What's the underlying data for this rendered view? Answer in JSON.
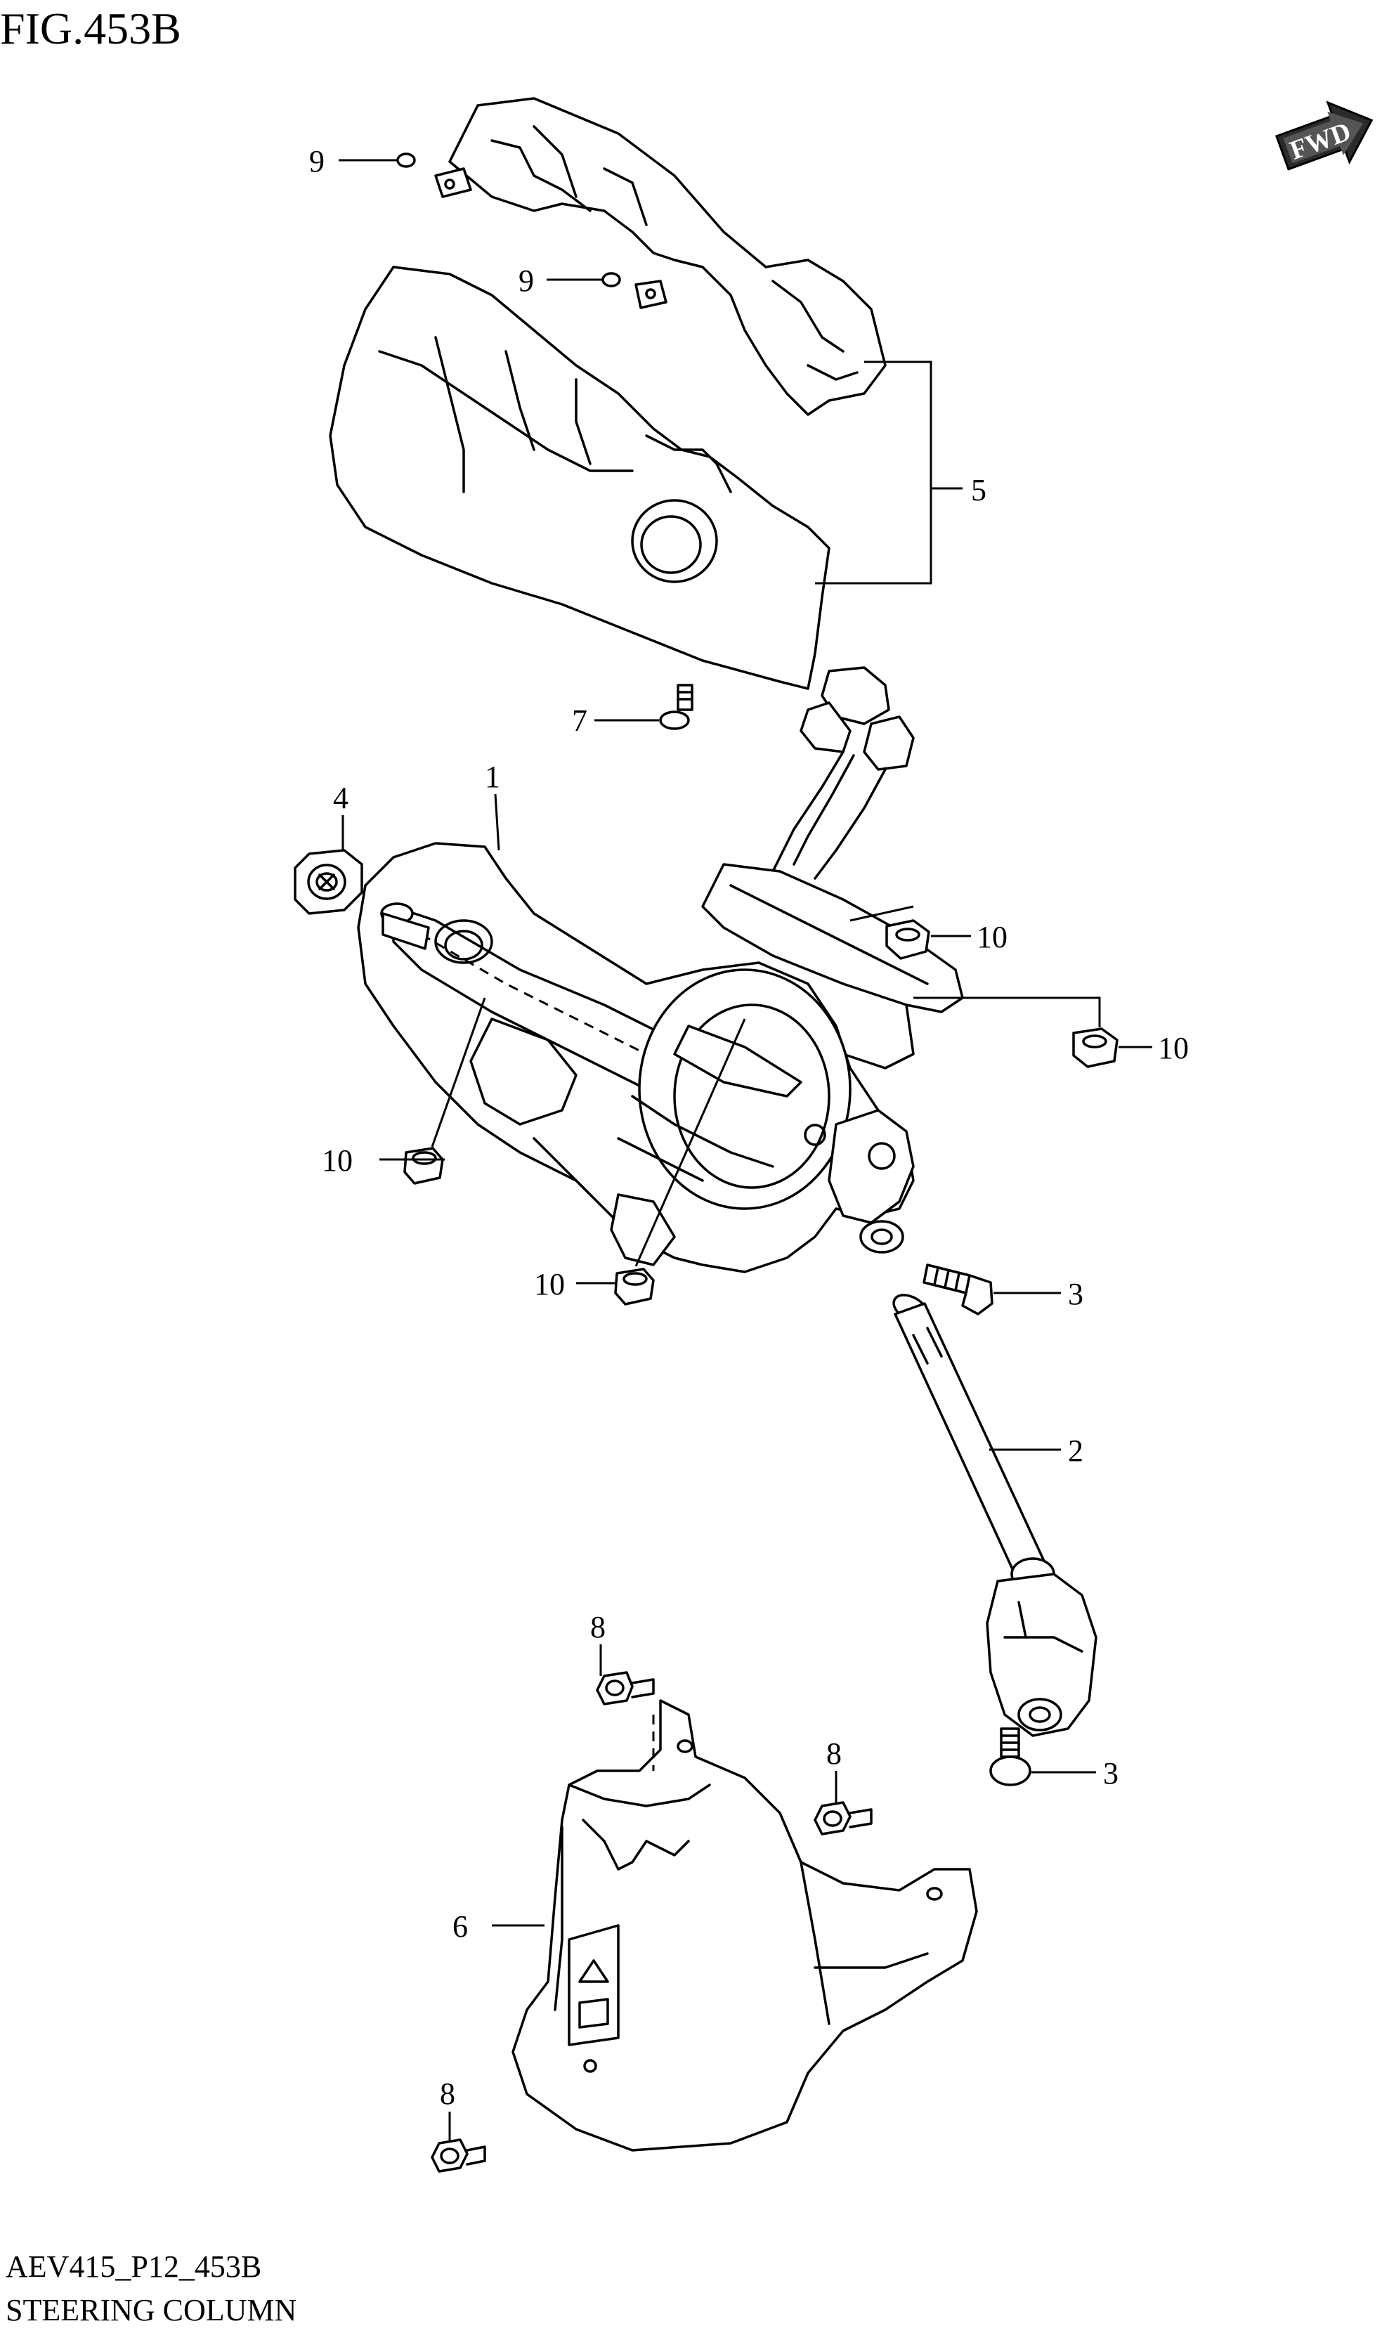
{
  "figure": {
    "title": "FIG.453B",
    "fwd_label": "FWD",
    "code": "AEV415_P12_453B",
    "name": "STEERING COLUMN"
  },
  "callouts": {
    "c9a": "9",
    "c9b": "9",
    "c5": "5",
    "c7": "7",
    "c4": "4",
    "c1": "1",
    "c10a": "10",
    "c10b": "10",
    "c10c": "10",
    "c10d": "10",
    "c3a": "3",
    "c2": "2",
    "c8a": "8",
    "c8b": "8",
    "c3b": "3",
    "c6": "6",
    "c8c": "8"
  }
}
